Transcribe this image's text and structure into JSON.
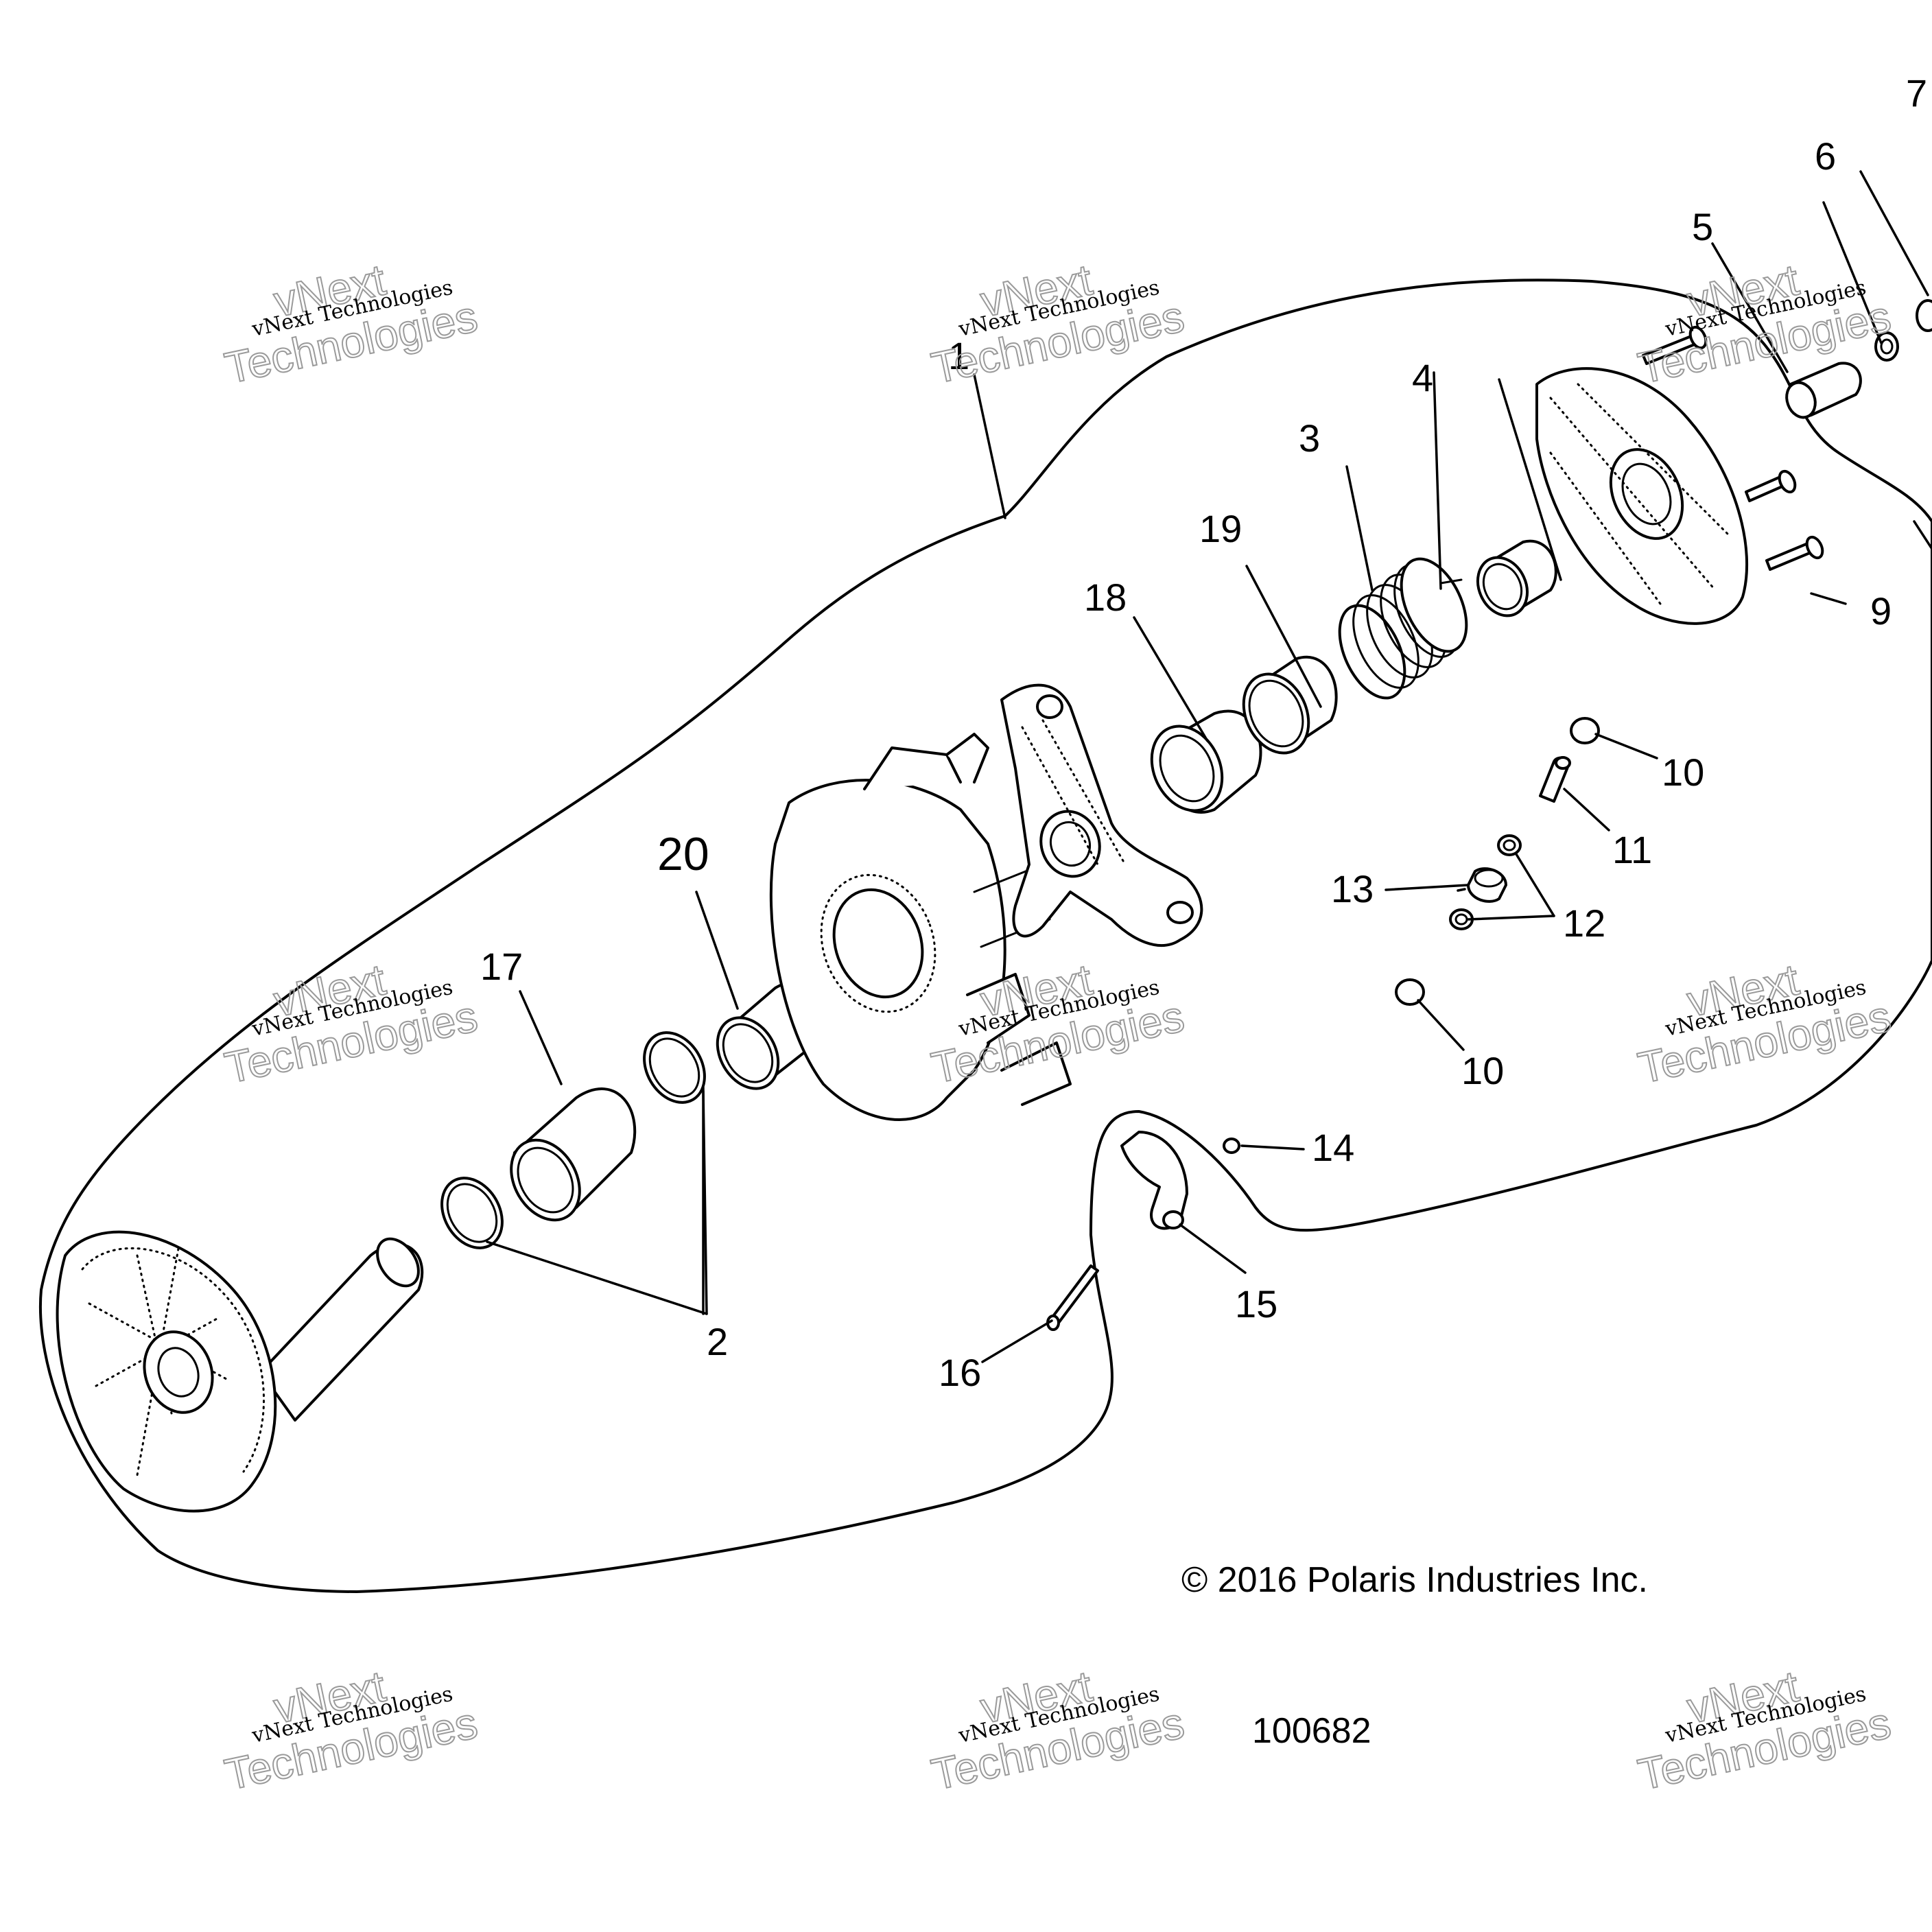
{
  "diagram": {
    "callouts": {
      "c1": "1",
      "c2": "2",
      "c3": "3",
      "c4": "4",
      "c5": "5",
      "c6": "6",
      "c7": "7",
      "c9": "9",
      "c10a": "10",
      "c10b": "10",
      "c11": "11",
      "c12": "12",
      "c13": "13",
      "c14": "14",
      "c15": "15",
      "c16": "16",
      "c17": "17",
      "c18": "18",
      "c19": "19",
      "c20": "20"
    },
    "copyright": "© 2016 Polaris Industries Inc.",
    "figure_number": "100682"
  },
  "watermark": {
    "line1": "vNext Technologies",
    "line2": "vNext",
    "line3": "Technologies"
  }
}
